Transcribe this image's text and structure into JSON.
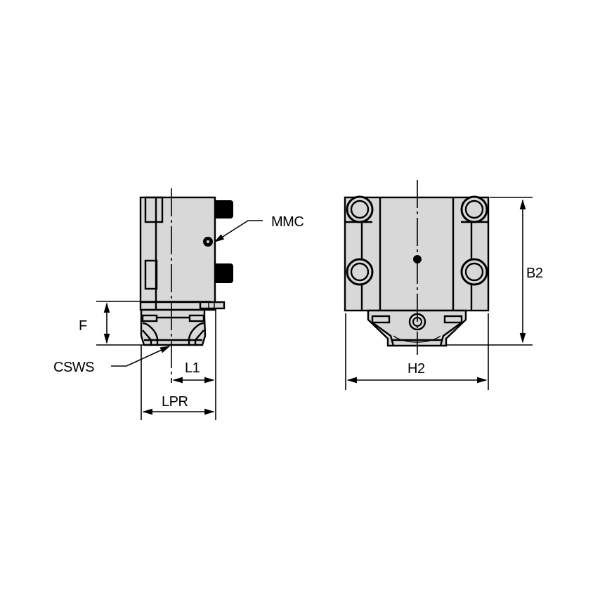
{
  "drawing": {
    "type": "technical-dimension-drawing",
    "views": [
      {
        "name": "side-view"
      },
      {
        "name": "front-view"
      }
    ],
    "colors": {
      "background": "#ffffff",
      "part_fill": "#d8d8d8",
      "line": "#000000"
    }
  },
  "labels": {
    "mmc": "MMC",
    "f": "F",
    "csws": "CSWS",
    "l1": "L1",
    "lpr": "LPR",
    "h2": "H2",
    "b2": "B2"
  }
}
